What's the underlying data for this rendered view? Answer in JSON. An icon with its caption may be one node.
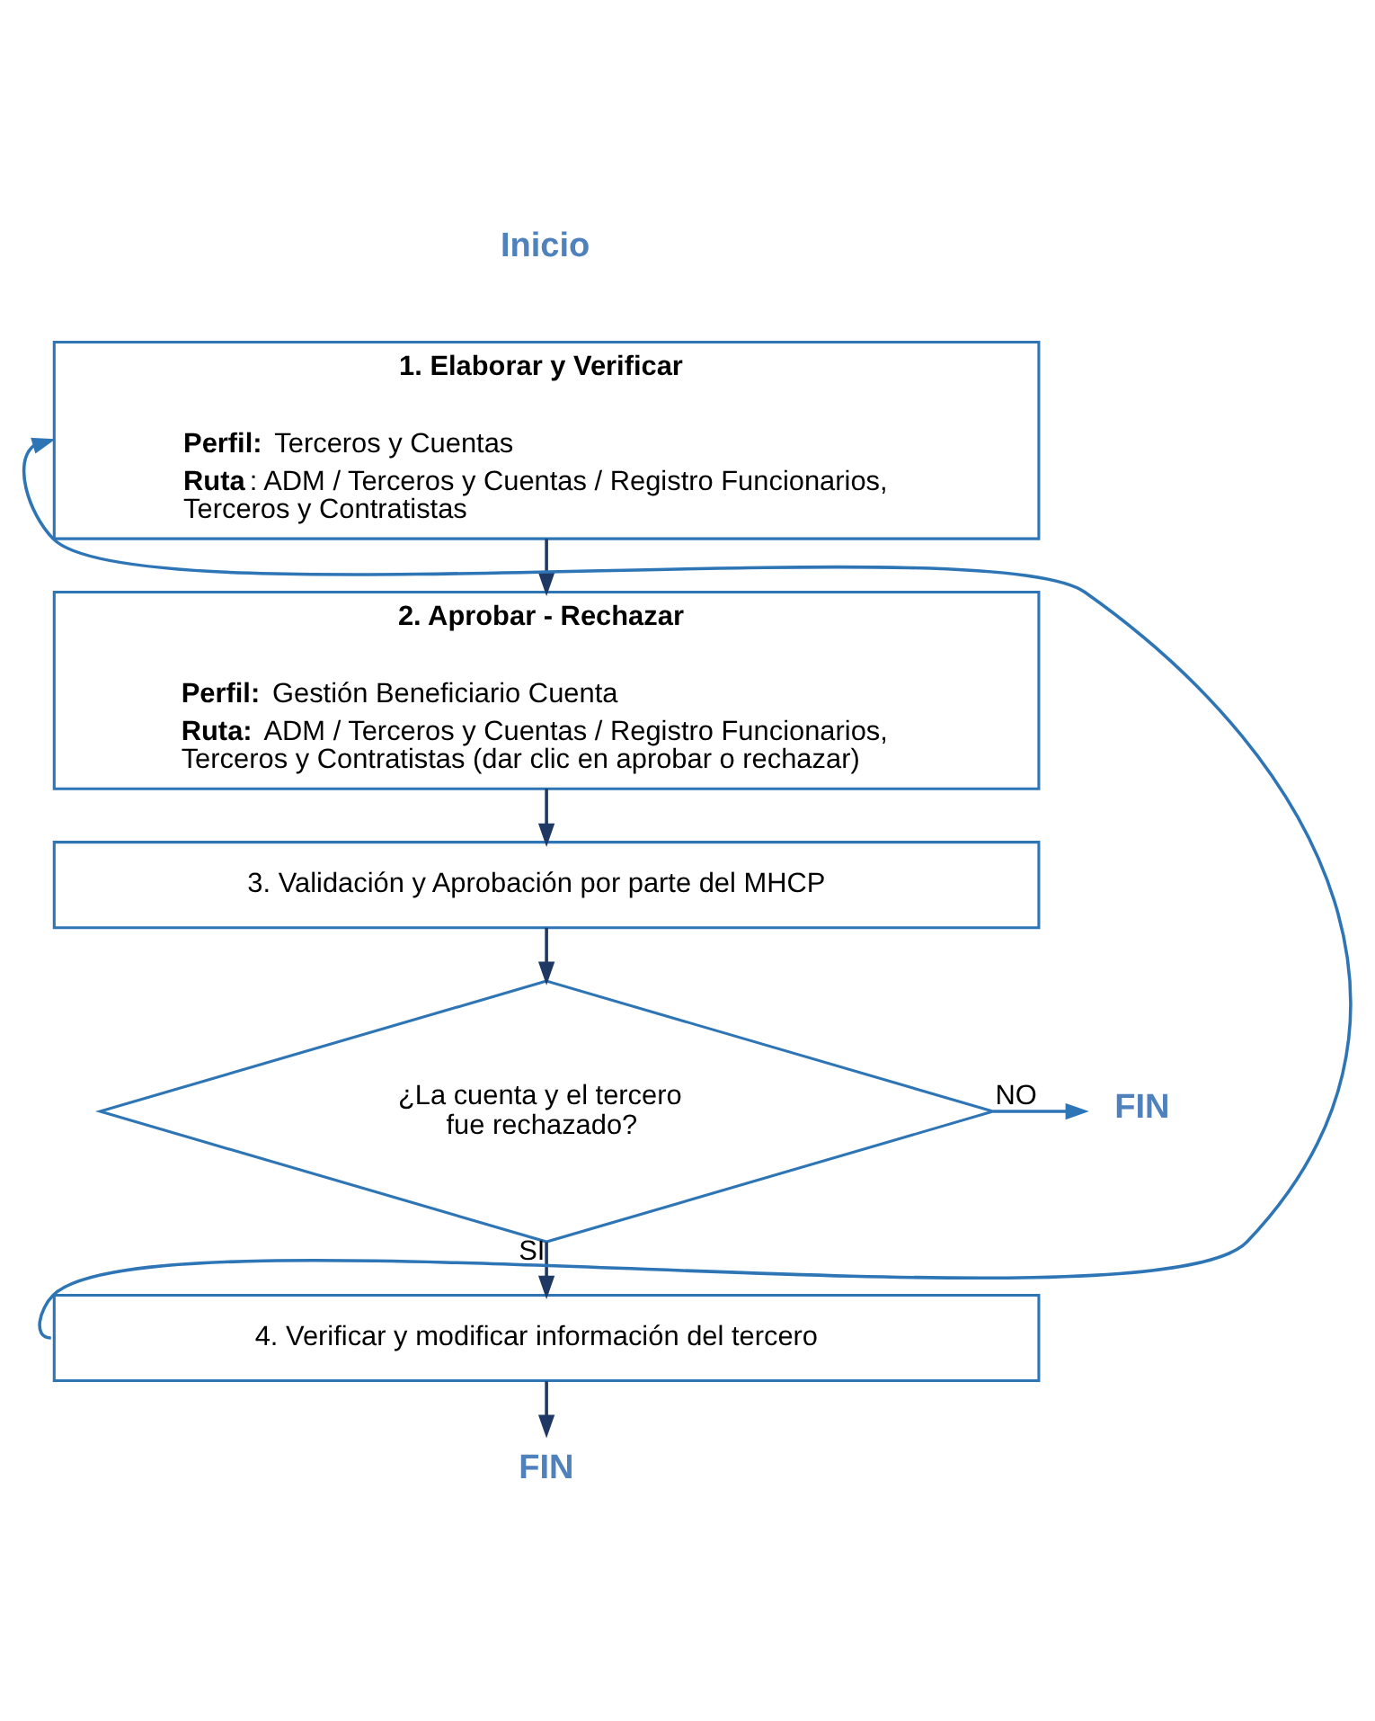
{
  "diagram": {
    "nodes": [
      {
        "text": [
          "1. Elaborar y Verificar",
          "**Perfil:** Terceros y Cuentas",
          "**Ruta**: ADM / Terceros y Cuentas / Registro Funcionarios, Terceros y Contratistas"
        ]
      },
      {
        "text": [
          "2. Aprobar - Rechazar",
          "**Perfil:** Gestión Beneficiario Cuenta",
          "**Ruta:** ADM / Terceros y Cuentas / Registro Funcionarios, Terceros y Contratistas (dar clic en aprobar o rechazar)"
        ]
      },
      {
        "text": [
          "3. Validación y Aprobación por parte del MHCP"
        ]
      },
      {
        "text": [
          "¿La cuenta y el tercero fue rechazado?"
        ]
      },
      {
        "text": [
          "FIN"
        ]
      },
      {
        "text": [
          "4. Verificar y modificar información del tercero"
        ]
      },
      {
        "text": [
          "FIN"
        ]
      }
    ],
    "edges": [
      {
        "from": 0,
        "to": 1,
        "arrow": "to"
      },
      {
        "from": 1,
        "to": 2,
        "arrow": "to"
      },
      {
        "from": 2,
        "to": 3,
        "arrow": "to"
      },
      {
        "from": 3,
        "to": 4,
        "arrow": "to",
        "label": "NO",
        "color": "#2e75b6"
      },
      {
        "from": 3,
        "to": 5,
        "arrow": "to",
        "label": "SI"
      },
      {
        "from": 5,
        "to": 0,
        "arrow": "to",
        "color": "#2e75b6"
      },
      {
        "from": 5,
        "to": 6,
        "arrow": "to"
      }
    ],
    "labels": [
      "Inicio"
    ]
  }
}
